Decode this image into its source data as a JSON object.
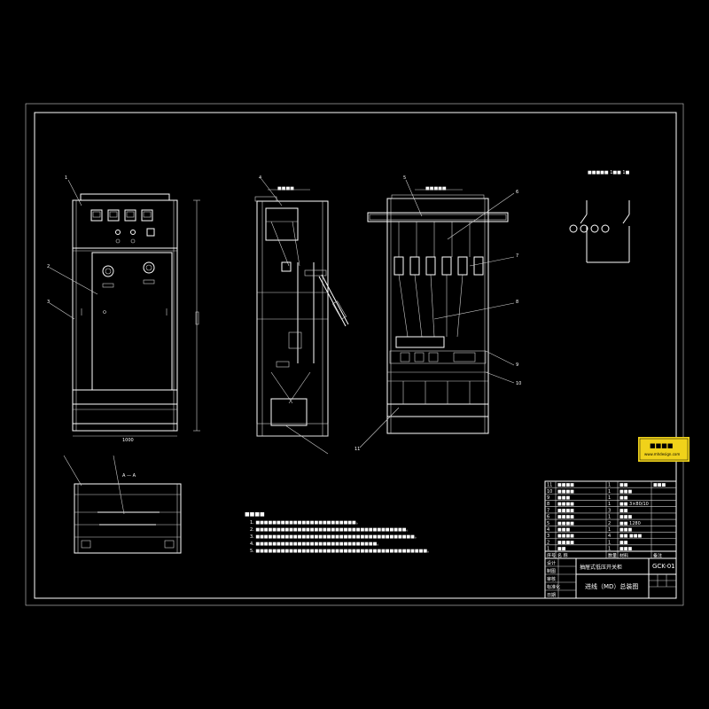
{
  "drawing": {
    "title": "抽屉式低压开关柜",
    "subtitle": "进线（MD）总装图",
    "code": "GCK-01",
    "watermark_line1": "■■■■",
    "watermark_line2": "www.mhdesign.com"
  },
  "view_labels": {
    "front_dim": "1000",
    "side_view": "■■■■",
    "rear_view": "■■■■■",
    "circuit": "■■■■■ 1■■ 1■",
    "plan_marker": "A — A"
  },
  "callouts": [
    "1",
    "2",
    "3",
    "4",
    "5",
    "6",
    "7",
    "8",
    "9",
    "10",
    "11"
  ],
  "notes": {
    "heading": "■■■■",
    "lines": [
      "1. ■■■■■■■■■■■■■■■■■■■■■■■■。",
      "2. ■■■■■■■■■■■■■■■■■■■■■■■■■■■■■■■■■■■■。",
      "3. ■■■■■■■■■■■■■■■■■■■■■■■■■■■■■■■■■■■■■■。",
      "4. ■■■■■■■■■■■■■■■■■■■■■■■■■■■■■。",
      "5. ■■■■■■■■■■■■■■■■■■■■■■■■■■■■■■■■■■■■■■■■■。"
    ]
  },
  "bom": {
    "header": [
      "序号",
      "名 称",
      "数量",
      "材料",
      "备注"
    ],
    "rows": [
      [
        "11",
        "■■■■",
        "1",
        "■■",
        "■■■"
      ],
      [
        "10",
        "■■■■",
        "1",
        "■■■",
        ""
      ],
      [
        "9",
        "■■■",
        "1",
        "■■",
        ""
      ],
      [
        "8",
        "■■■■",
        "1",
        "■■ 3×80/10",
        ""
      ],
      [
        "7",
        "■■■■",
        "3",
        "■■",
        ""
      ],
      [
        "6",
        "■■■■",
        "1",
        "■■■",
        ""
      ],
      [
        "5",
        "■■■■",
        "2",
        "■■ 1280",
        ""
      ],
      [
        "4",
        "■■■",
        "1",
        "■■■",
        ""
      ],
      [
        "3",
        "■■■■",
        "4",
        "■■ ■■■",
        ""
      ],
      [
        "2",
        "■■■■",
        "1",
        "■■",
        ""
      ],
      [
        "1",
        "■■",
        "1",
        "■■■",
        ""
      ]
    ]
  },
  "title_block": {
    "rows": [
      "设计",
      "制图",
      "审核",
      "标准化",
      "日期"
    ]
  }
}
